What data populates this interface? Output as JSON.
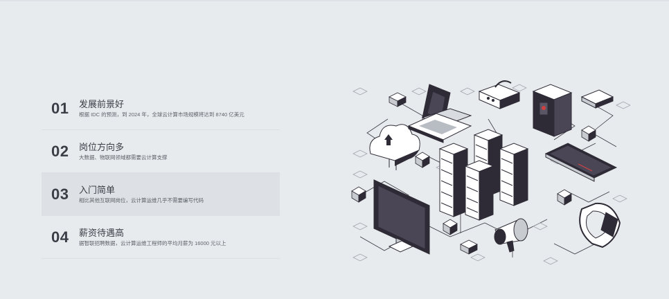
{
  "features": [
    {
      "num": "01",
      "title": "发展前景好",
      "desc": "根据 IDC 的预测，到 2024 年，全球云计算市场规模将达到 8740 亿美元"
    },
    {
      "num": "02",
      "title": "岗位方向多",
      "desc": "大数据、物联网领域都需要云计算支撑"
    },
    {
      "num": "03",
      "title": "入门简单",
      "desc": "相比其他互联网岗位，云计算运维几乎不需要编写代码"
    },
    {
      "num": "04",
      "title": "薪资待遇高",
      "desc": "据智联招聘数据，云计算运维工程师的平均月薪为 16000 元以上"
    }
  ],
  "colors": {
    "background": "#e8ebee",
    "active_row": "#dde1e5",
    "dark": "#2e2b36",
    "text": "#3a3f47"
  }
}
